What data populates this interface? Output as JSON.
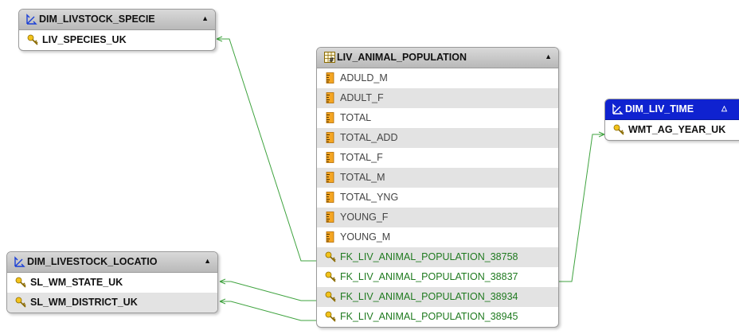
{
  "colors": {
    "link": "#3fa33f",
    "fk_text": "#1f7a1f",
    "header_gray": "#c4c4c4",
    "header_blue": "#0f22d0",
    "row_alt": "#e3e3e3"
  },
  "tables": {
    "species": {
      "title": "DIM_LIVSTOCK_SPECIE",
      "rows": [
        "LIV_SPECIES_UK"
      ]
    },
    "population": {
      "title": "LIV_ANIMAL_POPULATION",
      "measures": [
        "ADULD_M",
        "ADULT_F",
        "TOTAL",
        "TOTAL_ADD",
        "TOTAL_F",
        "TOTAL_M",
        "TOTAL_YNG",
        "YOUNG_F",
        "YOUNG_M"
      ],
      "foreign_keys": [
        "FK_LIV_ANIMAL_POPULATION_38758",
        "FK_LIV_ANIMAL_POPULATION_38837",
        "FK_LIV_ANIMAL_POPULATION_38934",
        "FK_LIV_ANIMAL_POPULATION_38945"
      ]
    },
    "time": {
      "title": "DIM_LIV_TIME",
      "rows": [
        "WMT_AG_YEAR_UK"
      ]
    },
    "location": {
      "title": "DIM_LIVESTOCK_LOCATIO",
      "rows": [
        "SL_WM_STATE_UK",
        "SL_WM_DISTRICT_UK"
      ]
    }
  },
  "icons": {
    "dimension_header": "dimension-icon",
    "fact_header": "fact-table-icon",
    "key_row": "key-icon",
    "measure_row": "measure-icon",
    "collapse": "collapse-triangle-icon"
  }
}
